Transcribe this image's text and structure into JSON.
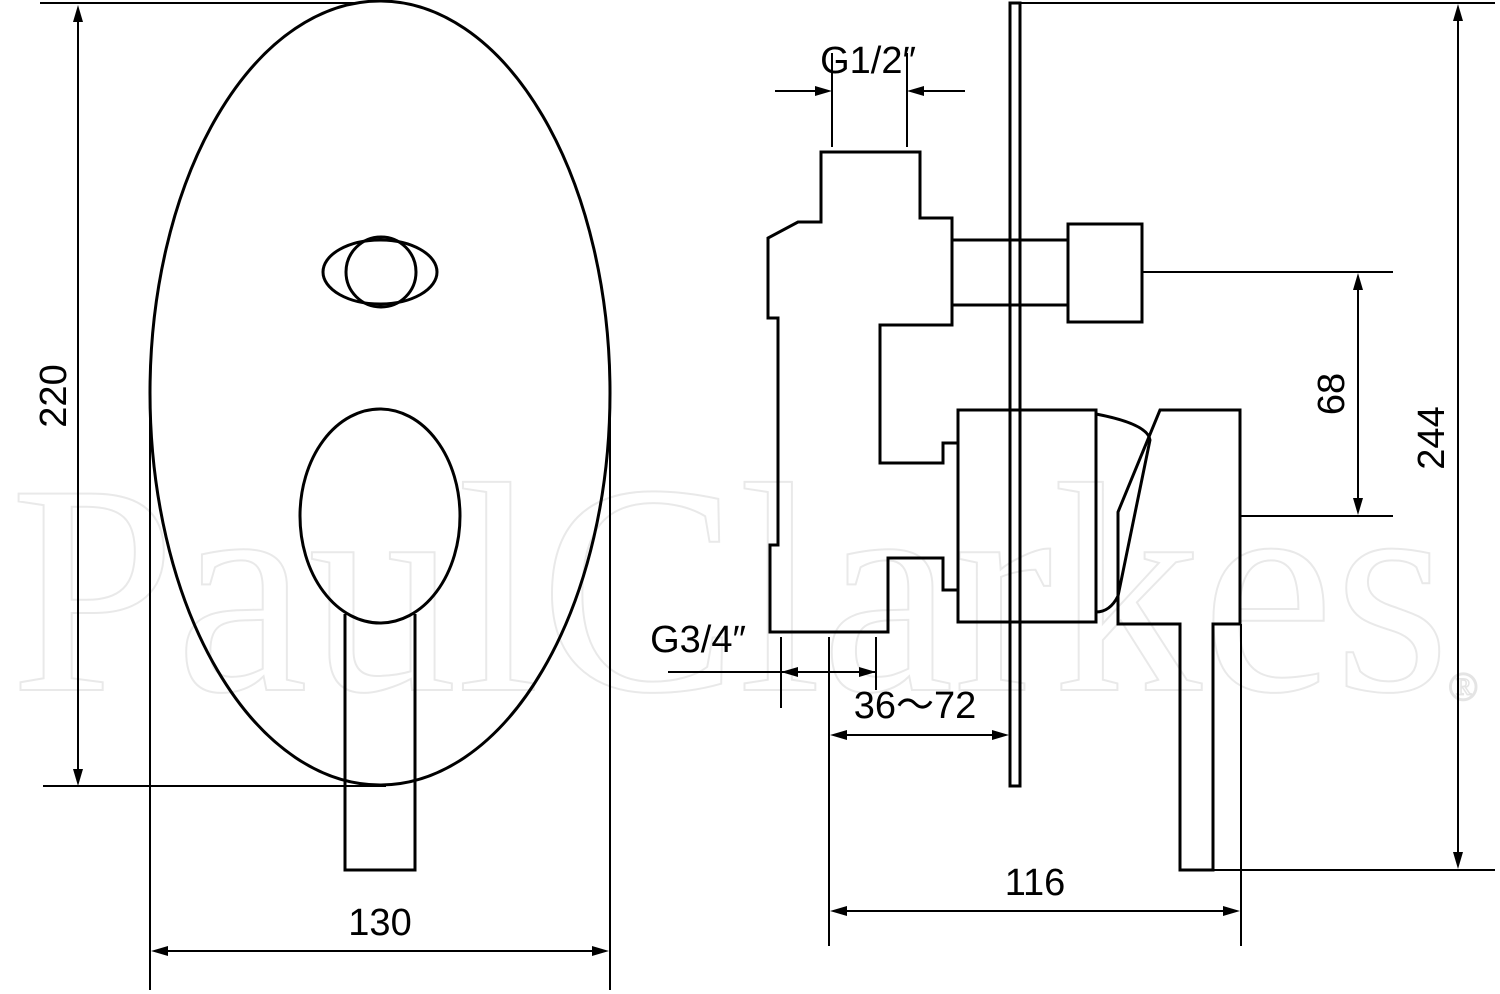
{
  "watermark": {
    "brand": "PaulClarkes",
    "registered": "®"
  },
  "front_view": {
    "height_label": "220",
    "width_label": "130"
  },
  "side_view": {
    "inlet_top_label": "G1/2″",
    "outlet_bottom_label": "G3/4″",
    "wall_depth_label": "36～72",
    "handle_spacing_label": "68",
    "total_height_label": "244",
    "depth_label": "116"
  }
}
